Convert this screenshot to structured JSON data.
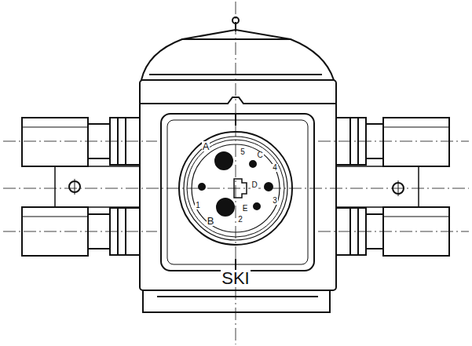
{
  "diagram": {
    "labels": [
      "A",
      "5",
      "C",
      "4",
      "D",
      "3",
      "E",
      "2",
      "B",
      "1",
      "SKI"
    ]
  }
}
